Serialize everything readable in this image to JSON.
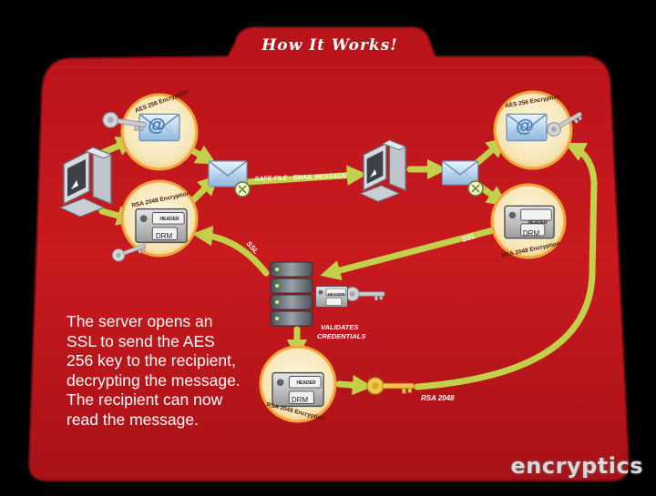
{
  "title": "How It Works!",
  "labels": {
    "aes_top_left": "AES 256 Encryption",
    "rsa_top_left": "RSA 2048 Encryption",
    "aes_top_right": "AES 256 Encryption",
    "rsa_right": "RSA 2048 Encryption",
    "rsa_bottom": "RSA 2048 Encryption",
    "safe_file": "SAFE FILE - EMAIL MESSAGE",
    "ssl_left": "SSL",
    "ssl_right": "SSL",
    "validates": [
      "VALIDATES",
      "CREDENTIALS"
    ],
    "rsa_key": "RSA 2048",
    "header": "HEADER",
    "drm": "DRM"
  },
  "caption_lines": [
    "The server opens an",
    "SSL to send the AES",
    "256 key to the recipient,",
    "decrypting the message.",
    "The recipient can now",
    "read the message."
  ],
  "brand": "encryptics",
  "colors": {
    "background": "#000000",
    "folder_red": "#c4151b",
    "arrow_green": "#c3d14a",
    "badge_fill": "#f6e6b8",
    "badge_ring": "#f2a33a",
    "caption": "#ffffff"
  }
}
